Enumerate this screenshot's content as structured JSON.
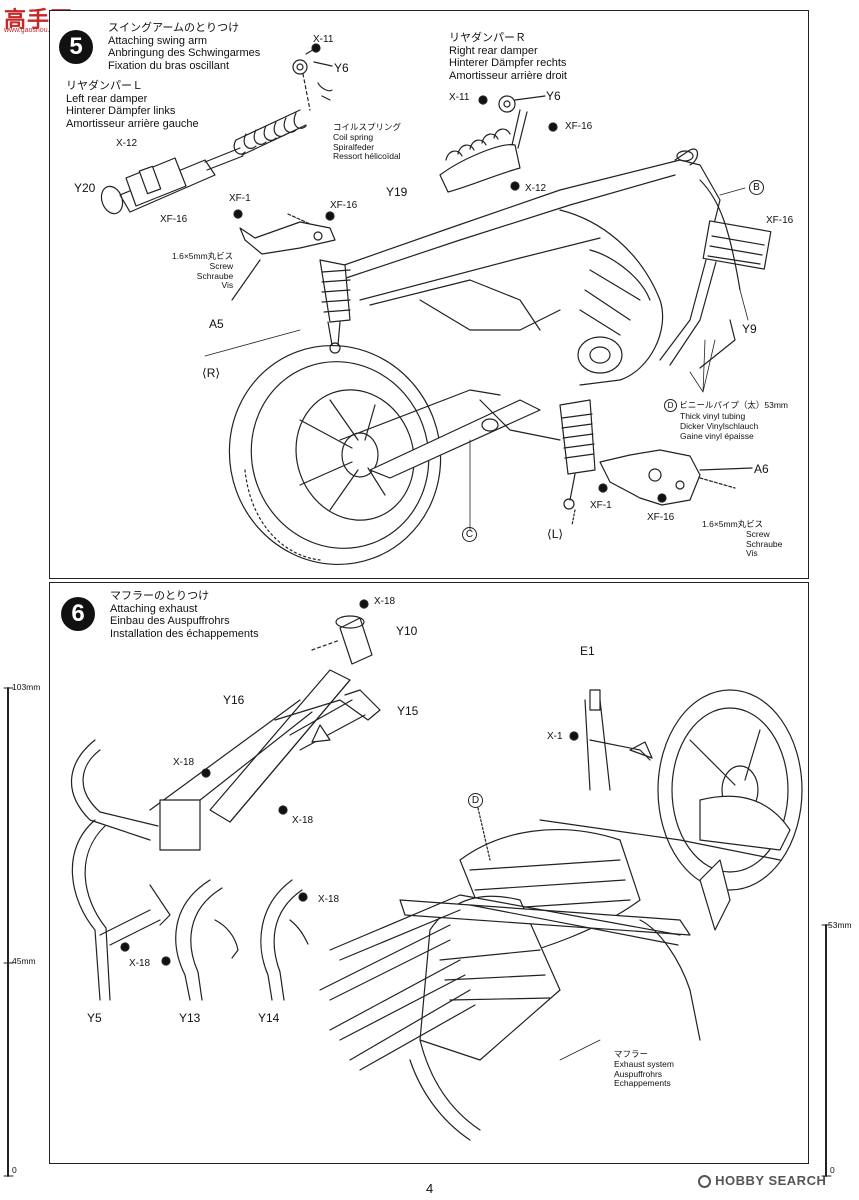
{
  "watermark": {
    "top_logo_text": "高手网",
    "top_logo_sub": "www.gaoshou.com",
    "bottom_logo_text": "HOBBY SEARCH"
  },
  "page_number": "4",
  "step5": {
    "number": "5",
    "title_jp": "スイングアームのとりつけ",
    "title_en": "Attaching swing arm",
    "title_de": "Anbringung des Schwingarmes",
    "title_fr": "Fixation du bras oscillant",
    "left_damper": {
      "jp": "リヤダンパーＬ",
      "en": "Left rear damper",
      "de": "Hinterer Dämpfer links",
      "fr": "Amortisseur arrière gauche"
    },
    "right_damper": {
      "jp": "リヤダンパーＲ",
      "en": "Right rear damper",
      "de": "Hinterer Dämpfer rechts",
      "fr": "Amortisseur arrière droit"
    },
    "coil_spring": {
      "jp": "コイルスプリング",
      "en": "Coil spring",
      "de": "Spiralfeder",
      "fr": "Ressort hélicoïdal"
    },
    "screw_note": {
      "jp": "1.6×5mm丸ビス",
      "en": "Screw",
      "de": "Schraube",
      "fr": "Vis"
    },
    "screw_note_2": {
      "jp": "1.6×5mm丸ビス",
      "en": "Screw",
      "de": "Schraube",
      "fr": "Vis"
    },
    "vinyl_tube": {
      "marker": "D",
      "jp": "ビニールパイプ（太）53mm",
      "en": "Thick vinyl tubing",
      "de": "Dicker Vinylschlauch",
      "fr": "Gaine vinyl épaisse"
    },
    "labels": {
      "x11_a": "X-11",
      "y6_a": "Y6",
      "x11_b": "X-11",
      "y6_b": "Y6",
      "xf16_a": "XF-16",
      "x12_a": "X-12",
      "y20": "Y20",
      "xf16_b": "XF-16",
      "xf1_a": "XF-1",
      "xf16_c": "XF-16",
      "y19": "Y19",
      "x12_b": "X-12",
      "b_marker": "B",
      "xf16_d": "XF-16",
      "y9": "Y9",
      "a5": "A5",
      "r_marker": "R",
      "a6": "A6",
      "xf1_b": "XF-1",
      "xf16_e": "XF-16",
      "c_marker": "C",
      "l_marker": "L"
    }
  },
  "step6": {
    "number": "6",
    "title_jp": "マフラーのとりつけ",
    "title_en": "Attaching exhaust",
    "title_de": "Einbau des Auspuffrohrs",
    "title_fr": "Installation des échappements",
    "muffler_note": {
      "jp": "マフラー",
      "en": "Exhaust system",
      "de": "Auspuffrohrs",
      "fr": "Echappements"
    },
    "labels": {
      "x18_a": "X-18",
      "y10": "Y10",
      "y16": "Y16",
      "y15": "Y15",
      "x18_b": "X-18",
      "x18_c": "X-18",
      "x18_d": "X-18",
      "x18_e": "X-18",
      "y5": "Y5",
      "y13": "Y13",
      "y14": "Y14",
      "e1": "E1",
      "x1": "X-1",
      "d_marker": "D"
    }
  },
  "rulers": {
    "left_top": "103mm",
    "left_mid": "45mm",
    "left_bottom": "0",
    "right_top": "53mm",
    "right_bottom": "0"
  }
}
